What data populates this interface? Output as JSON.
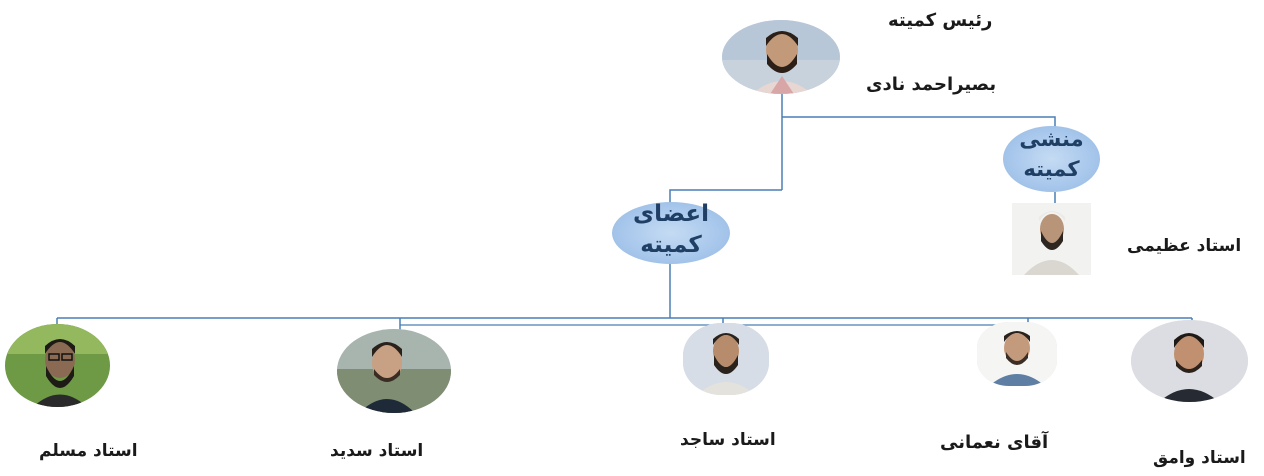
{
  "head": {
    "title": "رئیس کمیته",
    "name": "بصیراحمد نادی"
  },
  "secretary": {
    "bubble_line1": "منشی",
    "bubble_line2": "کمیته",
    "name": "استاد عظیمی"
  },
  "members_group": {
    "bubble_line1": "اعضای",
    "bubble_line2": "کمیته"
  },
  "members": [
    {
      "name": "استاد مسلم"
    },
    {
      "name": "استاد سدید"
    },
    {
      "name": "استاد ساجد"
    },
    {
      "name": "آقای نعمانی"
    },
    {
      "name": "استاد وامق"
    }
  ],
  "colors": {
    "connector": "#4a7fb5",
    "bubble": "#a9c8ec",
    "bubble_text": "#1f3f64"
  }
}
